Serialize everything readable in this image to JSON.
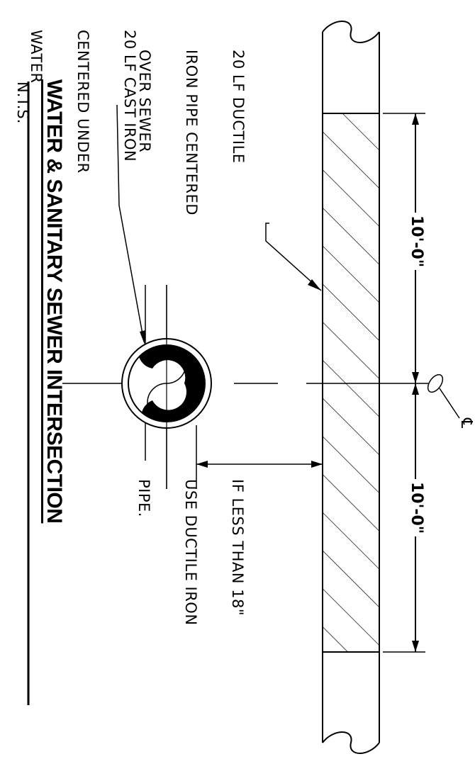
{
  "title": "WATER & SANITARY SEWER INTERSECTION",
  "scale_note": "N.T.S.",
  "notes": {
    "ductile_iron": [
      "20 LF DUCTILE",
      "IRON PIPE CENTERED",
      "OVER SEWER"
    ],
    "cast_iron": [
      "20 LF CAST IRON",
      "CENTERED UNDER",
      "WATER"
    ],
    "less_than": [
      "IF LESS THAN 18\"",
      "USE DUCTILE IRON",
      "PIPE."
    ]
  },
  "dimensions": {
    "upper": "10'-0\"",
    "lower": "10'-0\""
  },
  "centerline_symbol": "℄"
}
